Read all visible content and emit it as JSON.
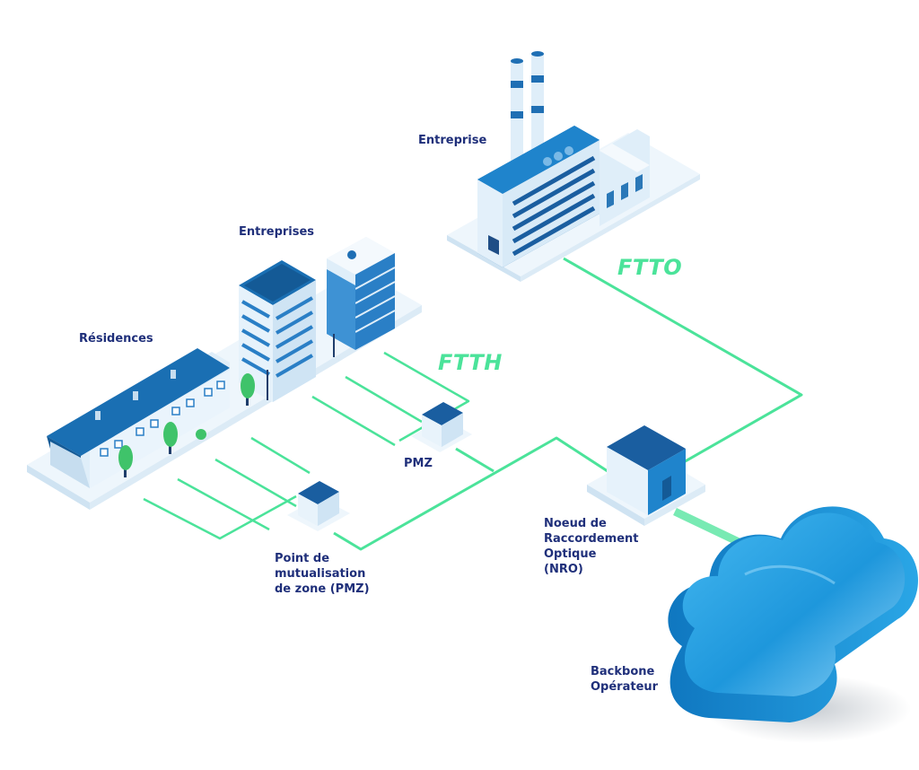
{
  "labels": {
    "entreprise": "Entreprise",
    "entreprises": "Entreprises",
    "residences": "Résidences",
    "pmz_short": "PMZ",
    "pmz_full": [
      "Point de",
      "mutualisation",
      "de zone (PMZ)"
    ],
    "nro": [
      "Noeud de",
      "Raccordement",
      "Optique",
      "(NRO)"
    ],
    "backbone": [
      "Backbone",
      "Opérateur"
    ]
  },
  "links": {
    "ftto": "FTTO",
    "ftth": "FTTH"
  },
  "colors": {
    "fiber": "#4be39a",
    "label_text": "#1f2f7a",
    "building_dark": "#1a6fb3",
    "building_light": "#e6f2fb",
    "cloud": "#1e97dc"
  }
}
